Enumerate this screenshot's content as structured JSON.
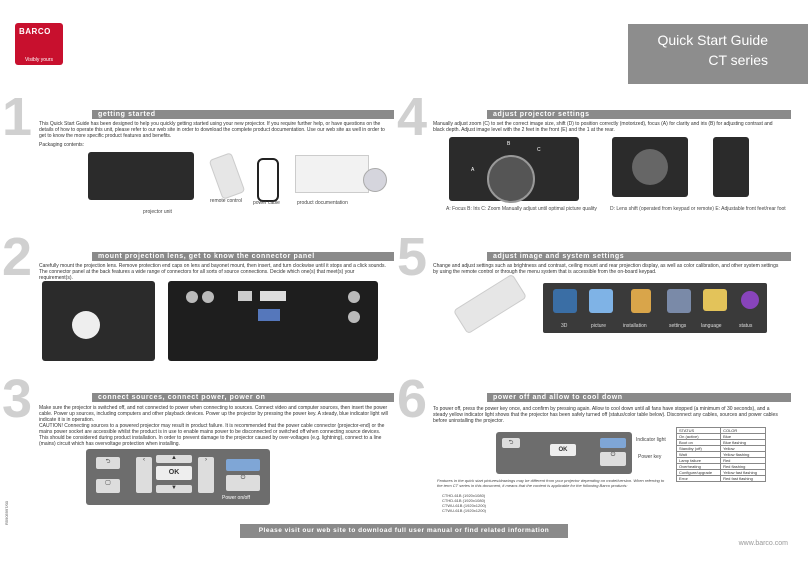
{
  "brand": {
    "name": "BARCO",
    "tagline": "Visibly yours"
  },
  "header": {
    "title": "Quick Start Guide",
    "subtitle": "CT series"
  },
  "sections": [
    {
      "num": "1",
      "title": "getting started",
      "text": "This Quick Start Guide has been designed to help you quickly getting started using your new projector. If you require further help, or have questions on the details of how to operate this unit, please refer to our web site in order to download the complete product documentation. Use our web site as well in order to get to know the more specific product features and benefits.",
      "packaging": "Packaging contents:",
      "labels": {
        "remote": "remote control",
        "cable": "power cable",
        "docs": "product documentation",
        "unit": "projector unit"
      }
    },
    {
      "num": "2",
      "title": "mount projection lens, get to know the connector panel",
      "text": "Carefully mount the projection lens. Remove protection end caps on lens and bayonet mount, then insert, and turn clockwise until it stops and a click sounds. The connector panel at the back features a wide range of connectors for all sorts of source connections. Decide which one(s) that meet(s) your requirement(s)."
    },
    {
      "num": "3",
      "title": "connect sources, connect power, power on",
      "text": "Make sure the projector is switched off, and not connected to power when connecting to sources. Connect video and computer sources, then insert the power cable. Power up sources, including computers and other playback devices. Power up the projector by pressing the power key. A steady, blue indicator light will indicate it is in operation.",
      "caution": "CAUTION! Connecting sources to a powered projector may result in product failure. It is recommended that the power cable connector (projector-end) or the mains power socket are accessible whilst the product is in use to enable mains power to be disconnected or switched off when connecting source devices. This should be considered during product installation. In order to prevent damage to the projector caused by over-voltages (e.g. lightning), connect to a line (mains) circuit which has overvoltage protection when installing.",
      "keypad": {
        "ok": "OK",
        "power": "Power on/off"
      }
    },
    {
      "num": "4",
      "title": "adjust projector settings",
      "text": "Manually adjust zoom (C) to set the correct image size, shift (D) to position correctly (motorized), focus (A) for clarity and iris (B) for adjusting contrast and black depth. Adjust image level with the 2 feet in the front (E) and the 1 at the rear.",
      "caption1": "A: Focus  B: Iris  C: Zoom   Manually adjust until optimal picture quality",
      "caption2": "D: Lens shift (operated from keypad or remote)  E: Adjustable front feet/rear foot",
      "markA": "A",
      "markB": "B",
      "markC": "C"
    },
    {
      "num": "5",
      "title": "adjust image and system settings",
      "text": "Change and adjust settings such as brightness and contrast, ceiling mount and rear projection display, as well as color calibration, and other system settings by using the remote control or through the menu system that is accessible from the on-board keypad.",
      "menu": [
        "3D",
        "picture",
        "installation",
        "settings",
        "language",
        "status"
      ]
    },
    {
      "num": "6",
      "title": "power off and allow to cool down",
      "text": "To power off, press the power key once, and confirm by pressing again. Allow to cool down until all fans have stopped (a minimum of 30 seconds), and a steady yellow indicator light shows that the projector has been safely turned off (status/color table below). Disconnect any cables, sources and power cables before uninstalling the projector.",
      "indicator": "Indicator light",
      "powerkey": "Power key",
      "status_header": [
        "STATUS",
        "COLOR"
      ],
      "status_rows": [
        [
          "On (active)",
          "Blue"
        ],
        [
          "Boot on",
          "Blue flashing"
        ],
        [
          "Standby (off)",
          "Yellow"
        ],
        [
          "Wait",
          "Yellow flashing"
        ],
        [
          "Lamp failure",
          "Red"
        ],
        [
          "Overheating",
          "Red flashing"
        ],
        [
          "Configure/upgrade",
          "Yellow fast flashing"
        ],
        [
          "Error",
          "Red fast flashing"
        ]
      ],
      "note": "Features in the quick start pictures/drawings may be different from your projector depending on model/version. When referring to the term CT series in this document, it means that the content is applicable for the following Barco products:",
      "models": [
        "CTHD-61B  (1920x1080)",
        "CTHD-61B  (1920x1080)",
        "CTWU-61B  (1920x1200)",
        "CTWU-61B  (1920x1200)"
      ]
    }
  ],
  "footer": {
    "banner": "Please visit our web site to download full user manual or find related information",
    "url": "www.barco.com",
    "code": "R5905997/00"
  }
}
